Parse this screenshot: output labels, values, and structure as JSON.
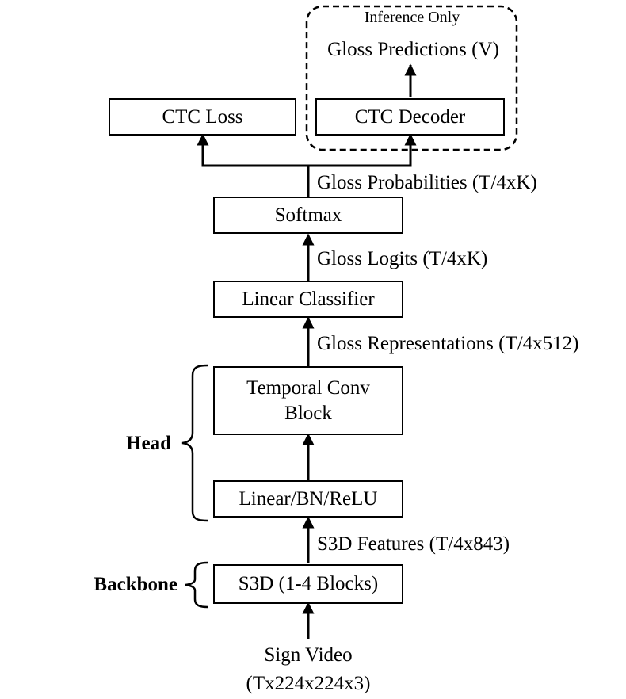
{
  "inference_group": {
    "label": "Inference Only"
  },
  "nodes": {
    "ctc_loss": "CTC Loss",
    "ctc_decoder": "CTC Decoder",
    "softmax": "Softmax",
    "linear_classifier": "Linear Classifier",
    "temporal_conv_line1": "Temporal Conv",
    "temporal_conv_line2": "Block",
    "linear_bn_relu": "Linear/BN/ReLU",
    "s3d": "S3D (1-4 Blocks)"
  },
  "edges": {
    "gloss_predictions": "Gloss Predictions (V)",
    "gloss_probabilities": "Gloss Probabilities (T/4xK)",
    "gloss_logits": "Gloss Logits (T/4xK)",
    "gloss_representations": "Gloss Representations (T/4x512)",
    "s3d_features": "S3D Features (T/4x843)"
  },
  "input": {
    "line1": "Sign Video",
    "line2": "(Tx224x224x3)"
  },
  "groups": {
    "head": "Head",
    "backbone": "Backbone"
  }
}
